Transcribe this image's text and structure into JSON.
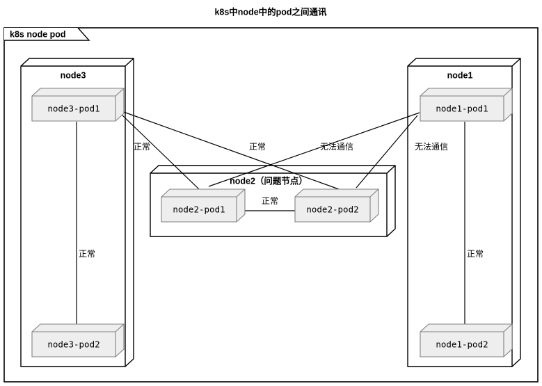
{
  "title": "k8s中node中的pod之间通讯",
  "frame": {
    "label": "k8s node pod"
  },
  "colors": {
    "stroke": "#000000",
    "pod_fill": "#EEEEEE",
    "pod_top_fill": "#F2F2F2",
    "pod_side_fill": "#E4E4E4",
    "node_fill": "#FFFFFF",
    "background": "#FFFFFF"
  },
  "nodes": [
    {
      "id": "node3",
      "title": "node3",
      "pods": [
        {
          "id": "node3-pod1",
          "label": "node3-pod1"
        },
        {
          "id": "node3-pod2",
          "label": "node3-pod2"
        }
      ]
    },
    {
      "id": "node2",
      "title": "node2（问题节点）",
      "pods": [
        {
          "id": "node2-pod1",
          "label": "node2-pod1"
        },
        {
          "id": "node2-pod2",
          "label": "node2-pod2"
        }
      ]
    },
    {
      "id": "node1",
      "title": "node1",
      "pods": [
        {
          "id": "node1-pod1",
          "label": "node1-pod1"
        },
        {
          "id": "node1-pod2",
          "label": "node1-pod2"
        }
      ]
    }
  ],
  "edges": [
    {
      "id": "e-node3pod1-node3pod2",
      "from": "node3-pod1",
      "to": "node3-pod2",
      "label": "正常"
    },
    {
      "id": "e-node3pod1-node2pod1",
      "from": "node3-pod1",
      "to": "node2-pod1",
      "label": "正常"
    },
    {
      "id": "e-node2pod1-node2pod2",
      "from": "node2-pod1",
      "to": "node2-pod2",
      "label": "正常"
    },
    {
      "id": "e-node1pod1-node2pod1",
      "from": "node1-pod1",
      "to": "node2-pod1",
      "label": "正常"
    },
    {
      "id": "e-node3pod1-node2pod2",
      "from": "node3-pod1",
      "to": "node2-pod2",
      "label": "无法通信"
    },
    {
      "id": "e-node1pod1-node2pod2",
      "from": "node1-pod1",
      "to": "node2-pod2",
      "label": "无法通信"
    },
    {
      "id": "e-node1pod1-node1pod2",
      "from": "node1-pod1",
      "to": "node1-pod2",
      "label": "正常"
    }
  ],
  "edge_labels": {
    "left_normal": "正常",
    "mid_normal": "正常",
    "left_fail": "无法通信",
    "right_fail": "无法通信",
    "node2_normal": "正常",
    "node3_normal": "正常",
    "node1_normal": "正常"
  }
}
